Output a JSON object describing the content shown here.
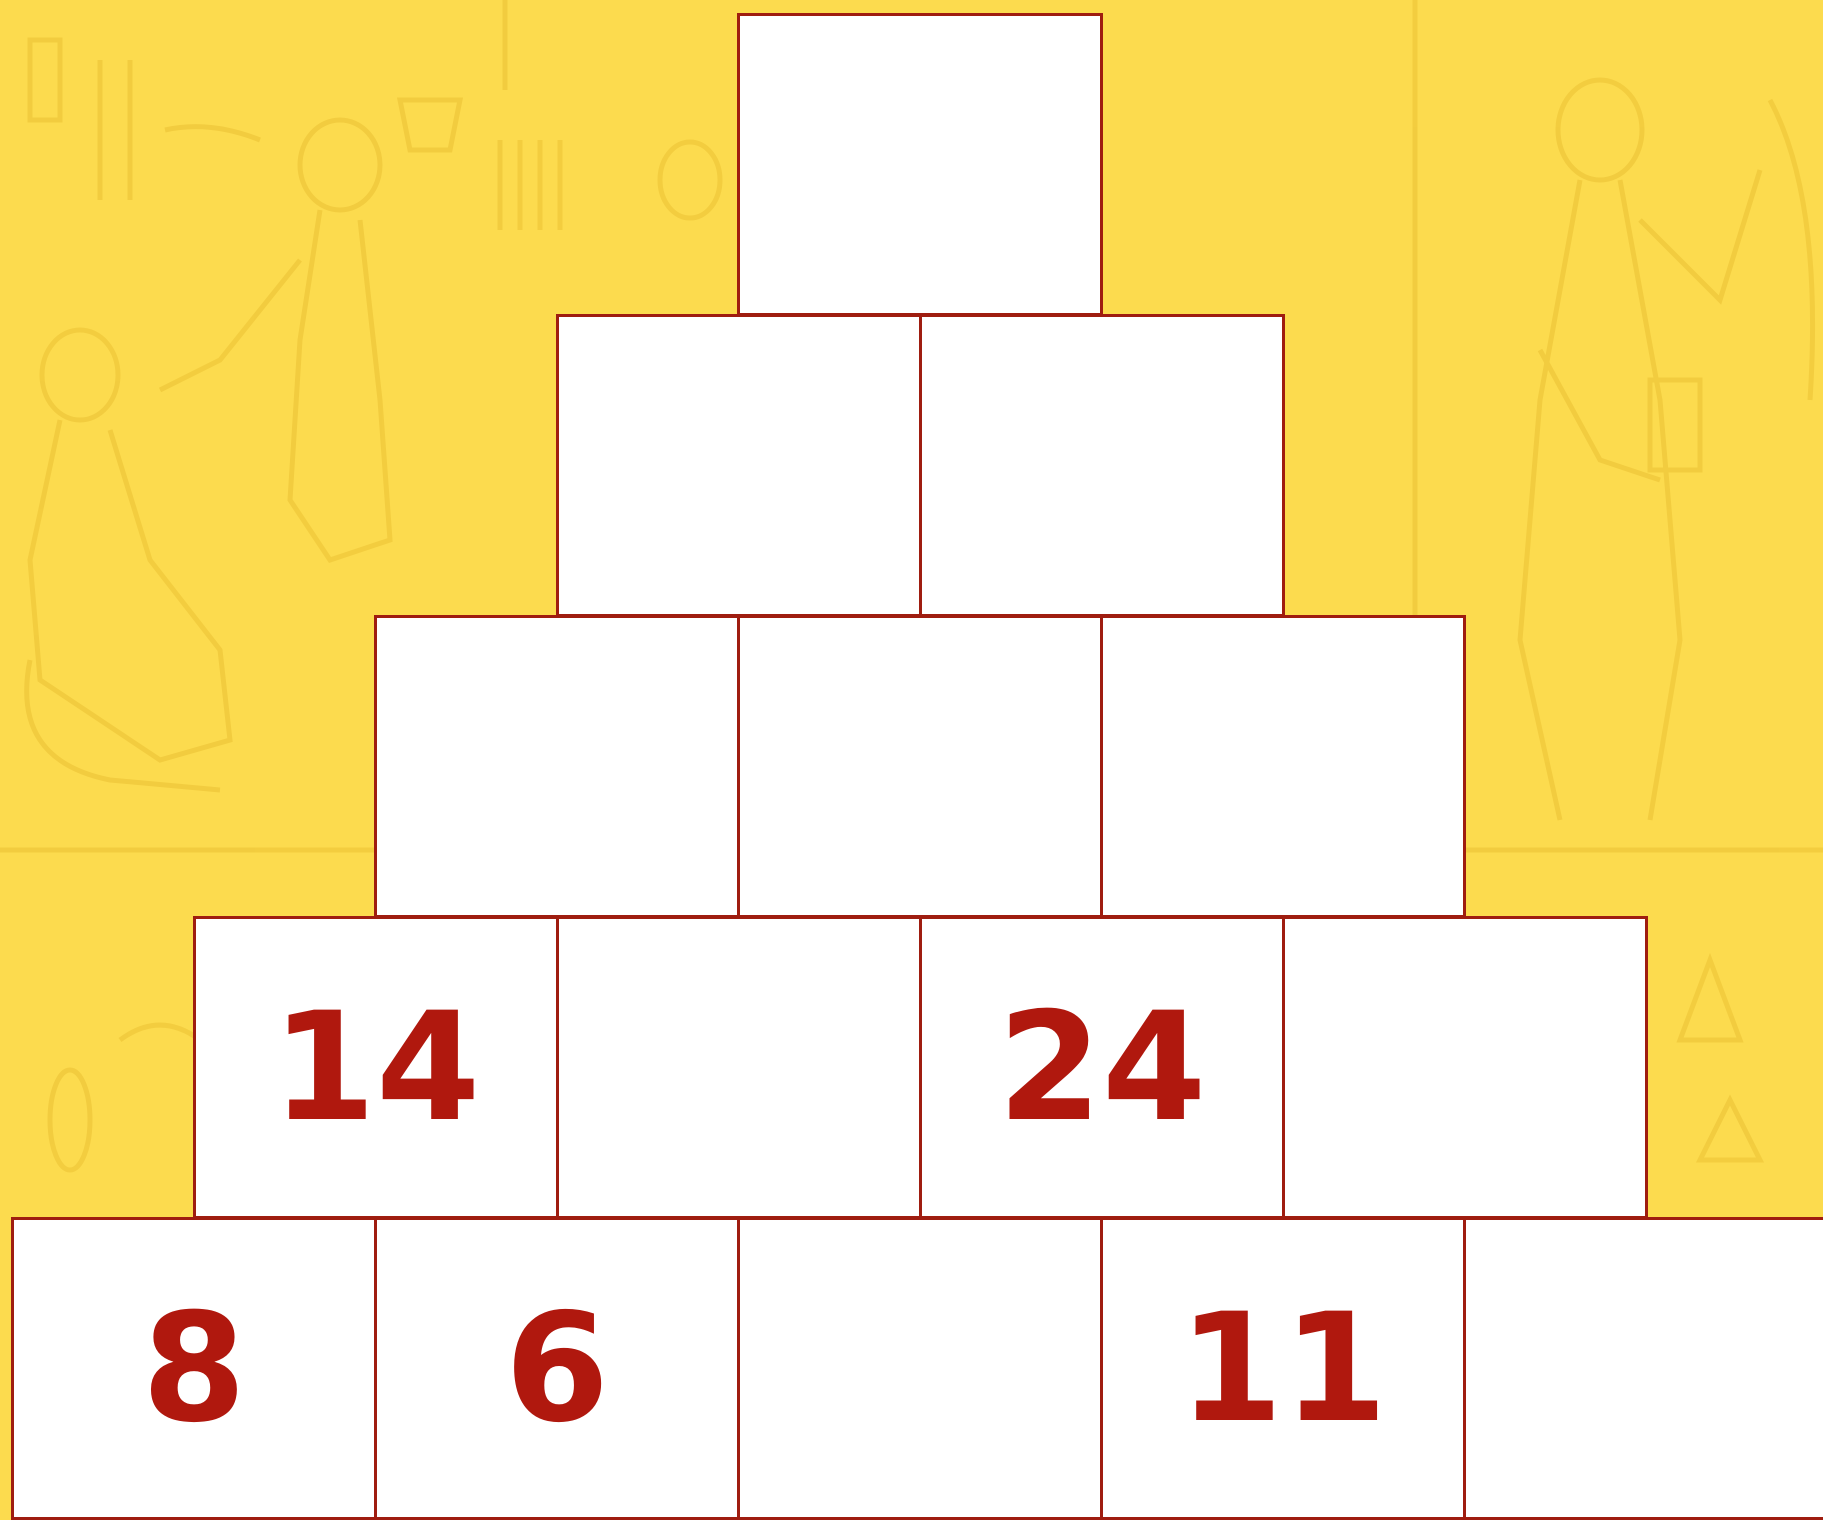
{
  "puzzle": {
    "rows": [
      {
        "cells": [
          {
            "value": ""
          }
        ]
      },
      {
        "cells": [
          {
            "value": ""
          },
          {
            "value": ""
          }
        ]
      },
      {
        "cells": [
          {
            "value": ""
          },
          {
            "value": ""
          },
          {
            "value": ""
          }
        ]
      },
      {
        "cells": [
          {
            "value": "14"
          },
          {
            "value": ""
          },
          {
            "value": "24"
          },
          {
            "value": ""
          }
        ]
      },
      {
        "cells": [
          {
            "value": "8"
          },
          {
            "value": "6"
          },
          {
            "value": ""
          },
          {
            "value": "11"
          },
          {
            "value": ""
          }
        ]
      }
    ]
  },
  "colors": {
    "background": "#fcdb4e",
    "cell_fill": "#ffffff",
    "cell_border": "#9f1d10",
    "number_text": "#b0180e"
  }
}
